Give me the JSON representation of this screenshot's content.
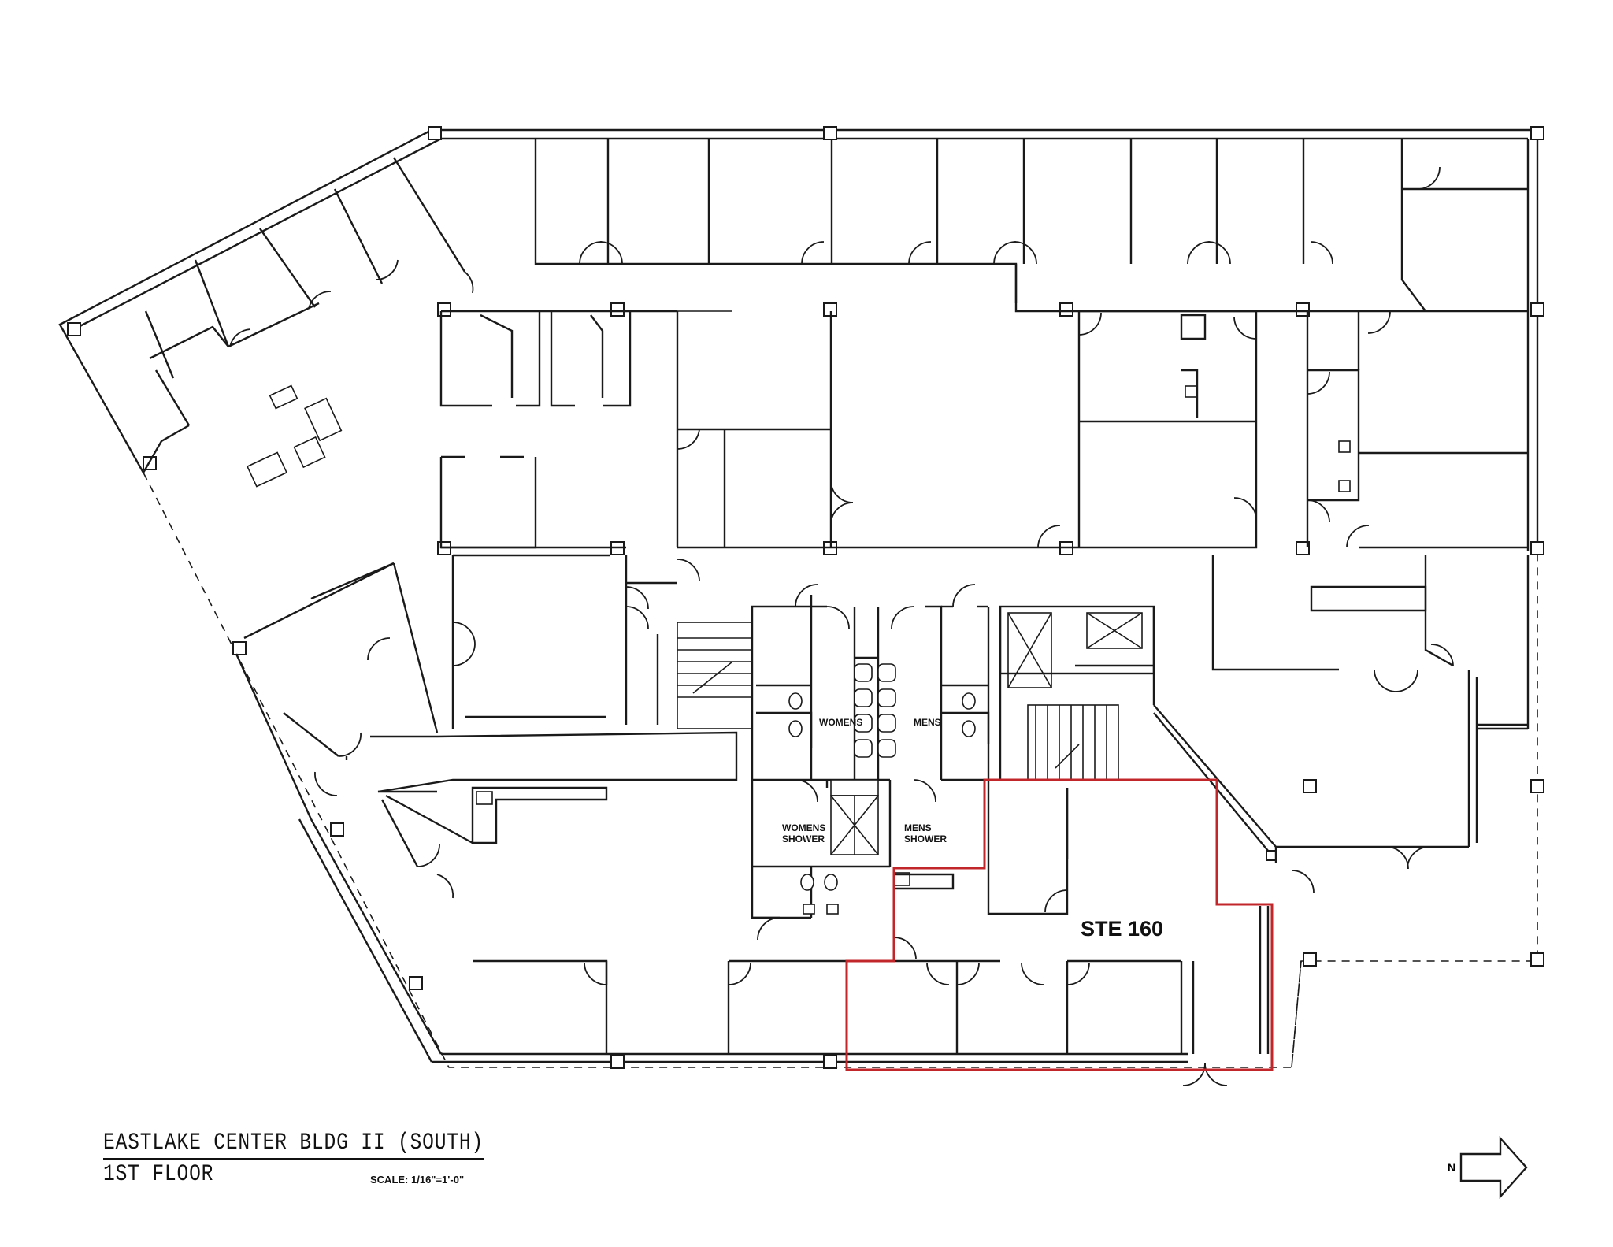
{
  "title": {
    "building": "EASTLAKE CENTER BLDG II (SOUTH)",
    "floor": "1ST FLOOR",
    "scale": "SCALE: 1/16\"=1'-0\""
  },
  "suite_label": "STE 160",
  "room_labels": {
    "womens": "WOMENS",
    "mens": "MENS",
    "womens_shower_1": "WOMENS",
    "womens_shower_2": "SHOWER",
    "mens_shower_1": "MENS",
    "mens_shower_2": "SHOWER"
  },
  "north_arrow": {
    "label": "N",
    "icon": "north-arrow-icon"
  },
  "colors": {
    "wall": "#1a1a1a",
    "suite_highlight": "#c0262a",
    "background": "#ffffff"
  }
}
